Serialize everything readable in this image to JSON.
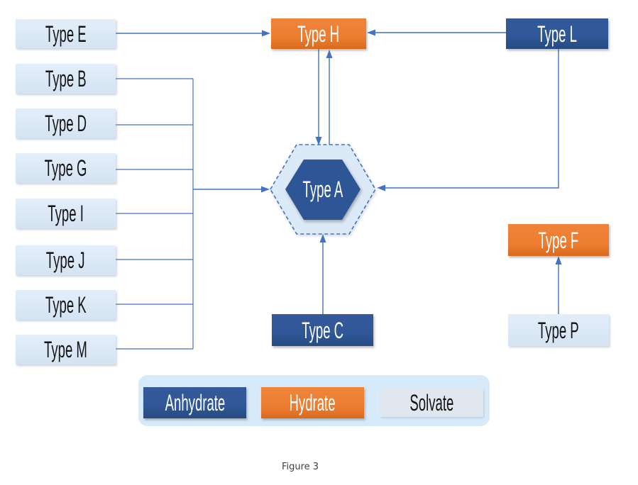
{
  "figure_caption": "Figure 3",
  "colors": {
    "anhydrate": "#2F5797",
    "hydrate": "#ED7D31",
    "solvate_box": "#DBE8F6",
    "solvate_chip": "#E1E7EF",
    "legend_container": "#D7EAF9",
    "connector": "#4472C4",
    "hexagon_outer_fill": "#DCE9F6",
    "text_dark": "#141414",
    "text_light": "#FFFFFF"
  },
  "nodes": {
    "typeE": {
      "label": "Type E",
      "kind": "solvate"
    },
    "typeB": {
      "label": "Type B",
      "kind": "solvate"
    },
    "typeD": {
      "label": "Type D",
      "kind": "solvate"
    },
    "typeG": {
      "label": "Type G",
      "kind": "solvate"
    },
    "typeI": {
      "label": "Type I",
      "kind": "solvate"
    },
    "typeJ": {
      "label": "Type J",
      "kind": "solvate"
    },
    "typeK": {
      "label": "Type K",
      "kind": "solvate"
    },
    "typeM": {
      "label": "Type M",
      "kind": "solvate"
    },
    "typeH": {
      "label": "Type H",
      "kind": "hydrate"
    },
    "typeL": {
      "label": "Type L",
      "kind": "anhydrate"
    },
    "typeA": {
      "label": "Type A",
      "kind": "anhydrate"
    },
    "typeC": {
      "label": "Type C",
      "kind": "anhydrate"
    },
    "typeF": {
      "label": "Type F",
      "kind": "hydrate"
    },
    "typeP": {
      "label": "Type P",
      "kind": "solvate"
    }
  },
  "edges": [
    {
      "from": "Type E",
      "to": "Type H",
      "arrow": "one-way"
    },
    {
      "from": "Type L",
      "to": "Type H",
      "arrow": "one-way"
    },
    {
      "from": "Type H",
      "to": "Type A",
      "arrow": "two-way"
    },
    {
      "from": "Type B",
      "to": "Type A",
      "arrow": "one-way"
    },
    {
      "from": "Type D",
      "to": "Type A",
      "arrow": "one-way"
    },
    {
      "from": "Type G",
      "to": "Type A",
      "arrow": "one-way"
    },
    {
      "from": "Type I",
      "to": "Type A",
      "arrow": "one-way"
    },
    {
      "from": "Type J",
      "to": "Type A",
      "arrow": "one-way"
    },
    {
      "from": "Type K",
      "to": "Type A",
      "arrow": "one-way"
    },
    {
      "from": "Type M",
      "to": "Type A",
      "arrow": "one-way"
    },
    {
      "from": "Type L",
      "to": "Type A",
      "arrow": "one-way"
    },
    {
      "from": "Type C",
      "to": "Type A",
      "arrow": "one-way"
    },
    {
      "from": "Type P",
      "to": "Type F",
      "arrow": "one-way"
    }
  ],
  "legend": {
    "items": [
      {
        "label": "Anhydrate",
        "kind": "anhydrate"
      },
      {
        "label": "Hydrate",
        "kind": "hydrate"
      },
      {
        "label": "Solvate",
        "kind": "solvate"
      }
    ]
  }
}
